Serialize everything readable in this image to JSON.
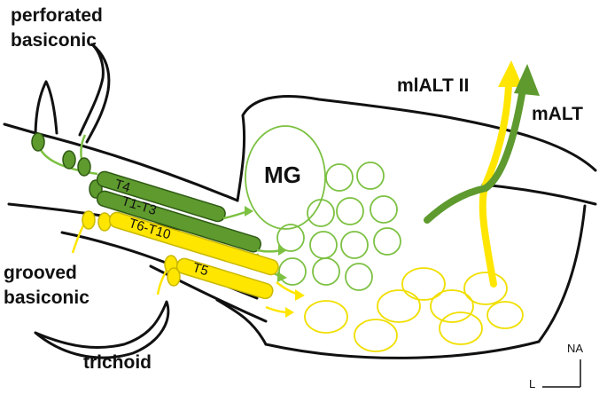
{
  "labels": {
    "perforated": "perforated\nbasiconic",
    "grooved": "grooved\nbasiconic",
    "trichoid": "trichoid",
    "mg": "MG",
    "mlalt2": "mlALT II",
    "malt": "mALT",
    "t4": "T4",
    "t1t3": "T1-T3",
    "t6t10": "T6-T10",
    "t5": "T5",
    "axis_na": "NA",
    "axis_l": "L"
  },
  "colors": {
    "green_dark": "#5e9a2e",
    "green_light": "#7cc142",
    "yellow": "#ffe600",
    "yellow_outline": "#e8d800",
    "outline": "#111111"
  }
}
